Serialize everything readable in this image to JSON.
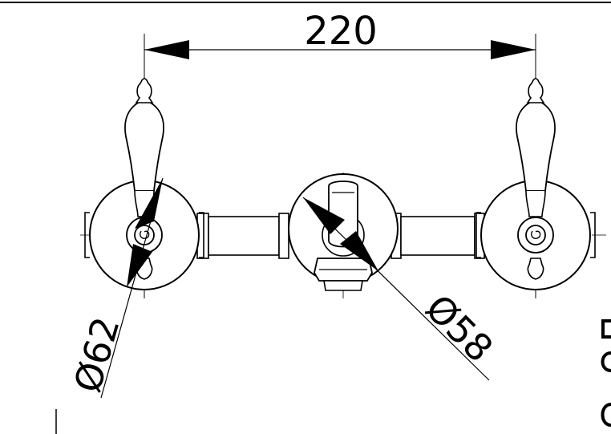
{
  "dimensions": {
    "overall_width": "220",
    "left_diameter": "Ø62",
    "center_diameter": "Ø58"
  },
  "colors": {
    "line": "#000000",
    "background": "#ffffff"
  }
}
